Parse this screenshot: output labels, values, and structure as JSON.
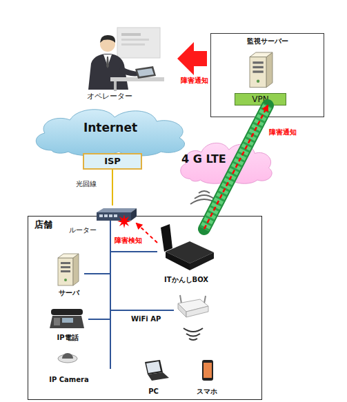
{
  "diagram": {
    "nodes": [
      {
        "text": [
          "オペレーター"
        ]
      },
      {
        "text": [
          "監視サーバー"
        ]
      },
      {
        "text": [
          "VPN"
        ],
        "in": 1
      },
      {
        "text": [
          "Internet"
        ]
      },
      {
        "text": [
          "4 G LTE"
        ]
      },
      {
        "text": [
          "ISP"
        ]
      },
      {
        "text": [
          "店舗"
        ]
      },
      {
        "text": [
          "ルーター"
        ],
        "in": 6
      },
      {
        "text": [
          "ITかんしBOX"
        ],
        "in": 6
      },
      {
        "text": [
          "サーバ"
        ],
        "in": 6
      },
      {
        "text": [
          "IP電話"
        ],
        "in": 6
      },
      {
        "text": [
          "WiFi AP"
        ],
        "in": 6
      },
      {
        "text": [
          "IP Camera"
        ],
        "in": 6
      },
      {
        "text": [
          "PC"
        ],
        "in": 6
      },
      {
        "text": [
          "スマホ"
        ],
        "in": 6
      }
    ],
    "edges": [
      {
        "from": 1,
        "to": 0,
        "label": "障害通知",
        "arrow": "to"
      },
      {
        "from": 8,
        "to": 2,
        "label": "障害通知",
        "arrow": "to"
      },
      {
        "from": 8,
        "to": 7,
        "label": "障害検知",
        "arrow": "to"
      },
      {
        "from": 5,
        "to": 7,
        "label": "光回線",
        "arrow": "none"
      },
      {
        "from": 7,
        "to": 8,
        "arrow": "none"
      },
      {
        "from": 7,
        "to": 9,
        "arrow": "none"
      },
      {
        "from": 7,
        "to": 10,
        "arrow": "none"
      },
      {
        "from": 7,
        "to": 11,
        "arrow": "none"
      }
    ]
  }
}
